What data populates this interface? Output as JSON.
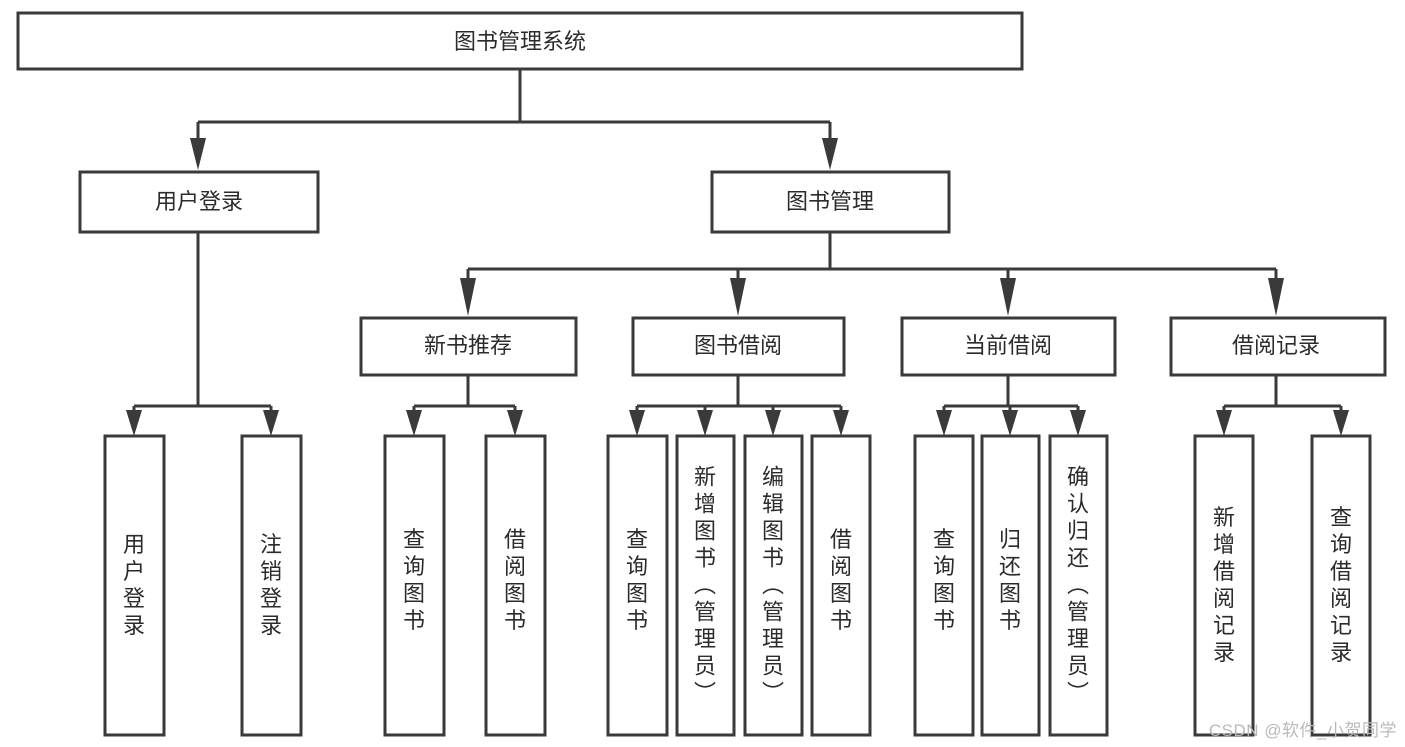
{
  "diagram": {
    "type": "hierarchy-tree",
    "title": "图书管理系统",
    "watermark": "CSDN @软件_小贺同学",
    "colors": {
      "stroke": "#3a3a3a",
      "text": "#2b2b2b",
      "background": "#ffffff",
      "watermark": "#b9b9b9"
    },
    "nodes": {
      "root": {
        "label": "图书管理系统"
      },
      "level2": [
        {
          "label": "用户登录"
        },
        {
          "label": "图书管理"
        }
      ],
      "level3": [
        {
          "label": "新书推荐"
        },
        {
          "label": "图书借阅"
        },
        {
          "label": "当前借阅"
        },
        {
          "label": "借阅记录"
        }
      ],
      "leaves": {
        "user_login": [
          {
            "label": "用户登录"
          },
          {
            "label": "注销登录"
          }
        ],
        "new_book_recommend": [
          {
            "label": "查询图书"
          },
          {
            "label": "借阅图书"
          }
        ],
        "book_borrow": [
          {
            "label": "查询图书"
          },
          {
            "label": "新增图书（管理员）"
          },
          {
            "label": "编辑图书（管理员）"
          },
          {
            "label": "借阅图书"
          }
        ],
        "current_borrow": [
          {
            "label": "查询图书"
          },
          {
            "label": "归还图书"
          },
          {
            "label": "确认归还（管理员）"
          }
        ],
        "borrow_record": [
          {
            "label": "新增借阅记录"
          },
          {
            "label": "查询借阅记录"
          }
        ]
      }
    }
  }
}
